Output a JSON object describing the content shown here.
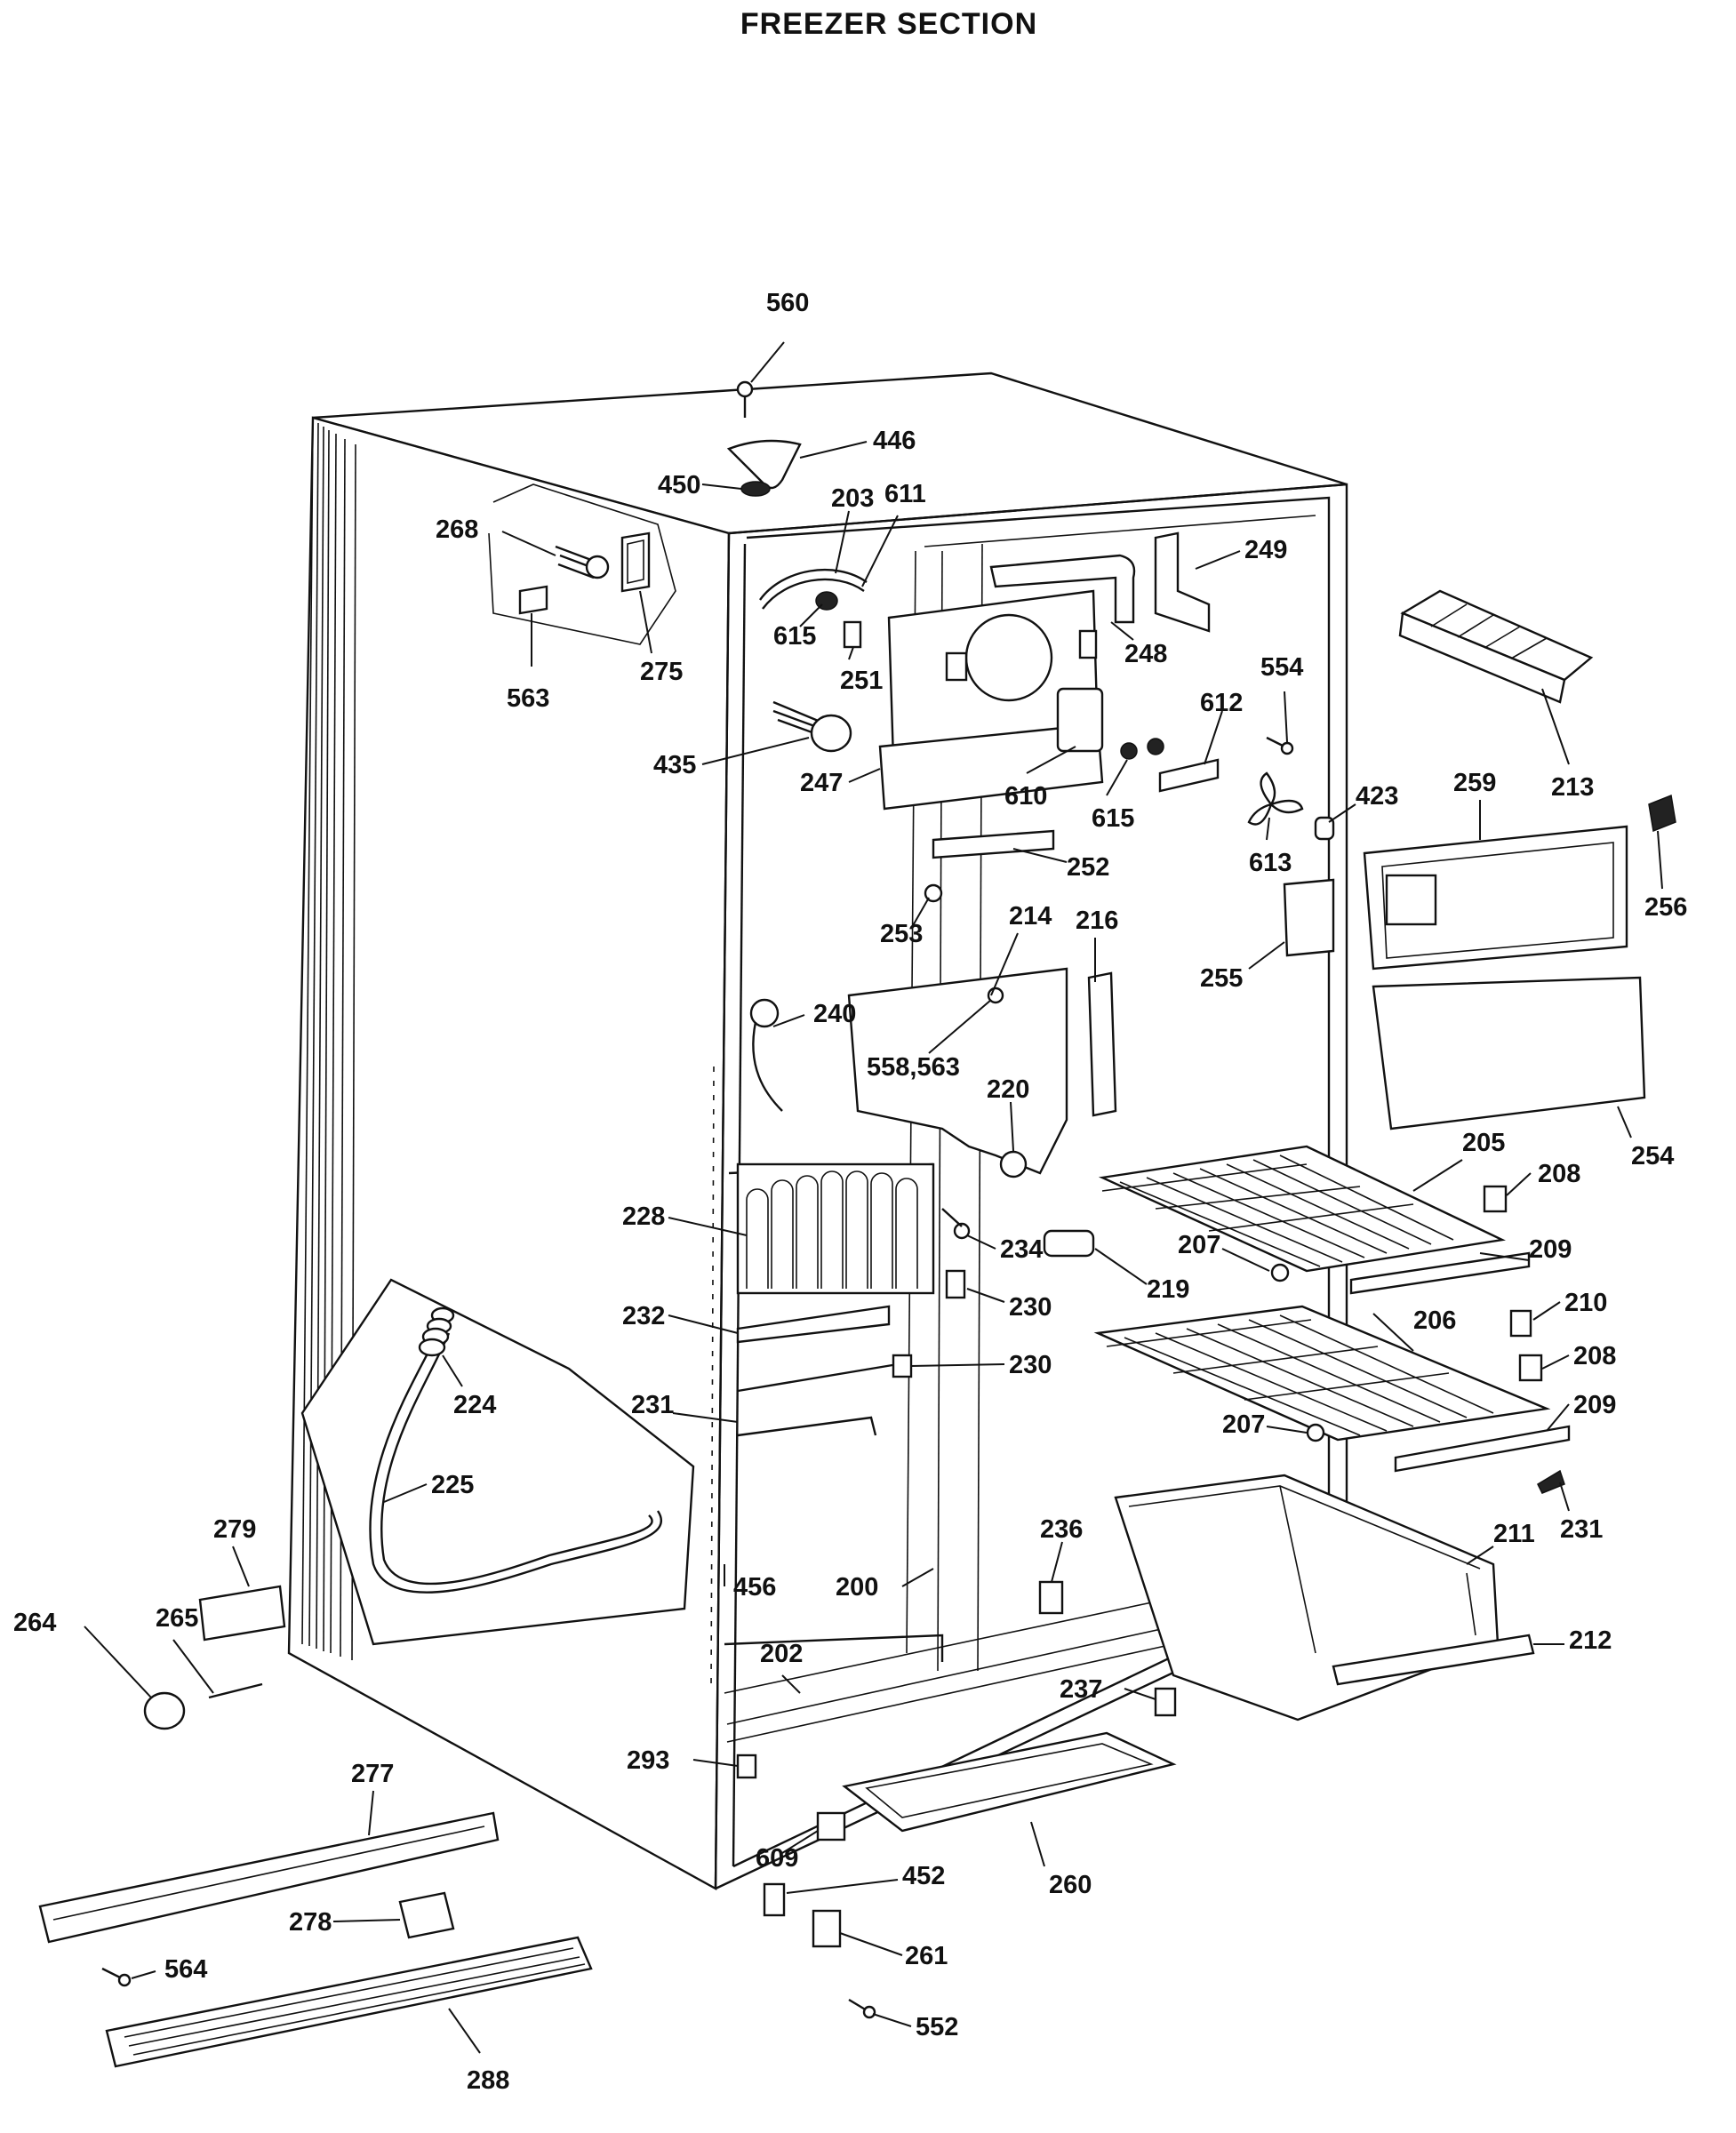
{
  "title": "FREEZER SECTION",
  "callouts": [
    {
      "id": "560",
      "text": "560"
    },
    {
      "id": "446",
      "text": "446"
    },
    {
      "id": "450",
      "text": "450"
    },
    {
      "id": "203",
      "text": "203"
    },
    {
      "id": "611",
      "text": "611"
    },
    {
      "id": "268",
      "text": "268"
    },
    {
      "id": "249",
      "text": "249"
    },
    {
      "id": "615a",
      "text": "615"
    },
    {
      "id": "251",
      "text": "251"
    },
    {
      "id": "563a",
      "text": "563"
    },
    {
      "id": "275",
      "text": "275"
    },
    {
      "id": "248",
      "text": "248"
    },
    {
      "id": "554",
      "text": "554"
    },
    {
      "id": "213",
      "text": "213"
    },
    {
      "id": "612",
      "text": "612"
    },
    {
      "id": "435",
      "text": "435"
    },
    {
      "id": "247",
      "text": "247"
    },
    {
      "id": "610",
      "text": "610"
    },
    {
      "id": "615b",
      "text": "615"
    },
    {
      "id": "423",
      "text": "423"
    },
    {
      "id": "259",
      "text": "259"
    },
    {
      "id": "613",
      "text": "613"
    },
    {
      "id": "256",
      "text": "256"
    },
    {
      "id": "252",
      "text": "252"
    },
    {
      "id": "253",
      "text": "253"
    },
    {
      "id": "214",
      "text": "214"
    },
    {
      "id": "216",
      "text": "216"
    },
    {
      "id": "255",
      "text": "255"
    },
    {
      "id": "240",
      "text": "240"
    },
    {
      "id": "558563",
      "text": "558,563"
    },
    {
      "id": "220",
      "text": "220"
    },
    {
      "id": "205",
      "text": "205"
    },
    {
      "id": "254",
      "text": "254"
    },
    {
      "id": "208a",
      "text": "208"
    },
    {
      "id": "228",
      "text": "228"
    },
    {
      "id": "234",
      "text": "234"
    },
    {
      "id": "207a",
      "text": "207"
    },
    {
      "id": "209a",
      "text": "209"
    },
    {
      "id": "219",
      "text": "219"
    },
    {
      "id": "230a",
      "text": "230"
    },
    {
      "id": "232",
      "text": "232"
    },
    {
      "id": "206",
      "text": "206"
    },
    {
      "id": "210",
      "text": "210"
    },
    {
      "id": "224",
      "text": "224"
    },
    {
      "id": "230b",
      "text": "230"
    },
    {
      "id": "208b",
      "text": "208"
    },
    {
      "id": "231a",
      "text": "231"
    },
    {
      "id": "209b",
      "text": "209"
    },
    {
      "id": "207b",
      "text": "207"
    },
    {
      "id": "225",
      "text": "225"
    },
    {
      "id": "231b",
      "text": "231"
    },
    {
      "id": "279",
      "text": "279"
    },
    {
      "id": "236",
      "text": "236"
    },
    {
      "id": "211",
      "text": "211"
    },
    {
      "id": "456",
      "text": "456"
    },
    {
      "id": "200",
      "text": "200"
    },
    {
      "id": "264",
      "text": "264"
    },
    {
      "id": "265",
      "text": "265"
    },
    {
      "id": "212",
      "text": "212"
    },
    {
      "id": "202",
      "text": "202"
    },
    {
      "id": "237",
      "text": "237"
    },
    {
      "id": "293",
      "text": "293"
    },
    {
      "id": "277",
      "text": "277"
    },
    {
      "id": "609",
      "text": "609"
    },
    {
      "id": "260",
      "text": "260"
    },
    {
      "id": "452",
      "text": "452"
    },
    {
      "id": "278",
      "text": "278"
    },
    {
      "id": "261",
      "text": "261"
    },
    {
      "id": "564",
      "text": "564"
    },
    {
      "id": "552",
      "text": "552"
    },
    {
      "id": "288",
      "text": "288"
    }
  ]
}
